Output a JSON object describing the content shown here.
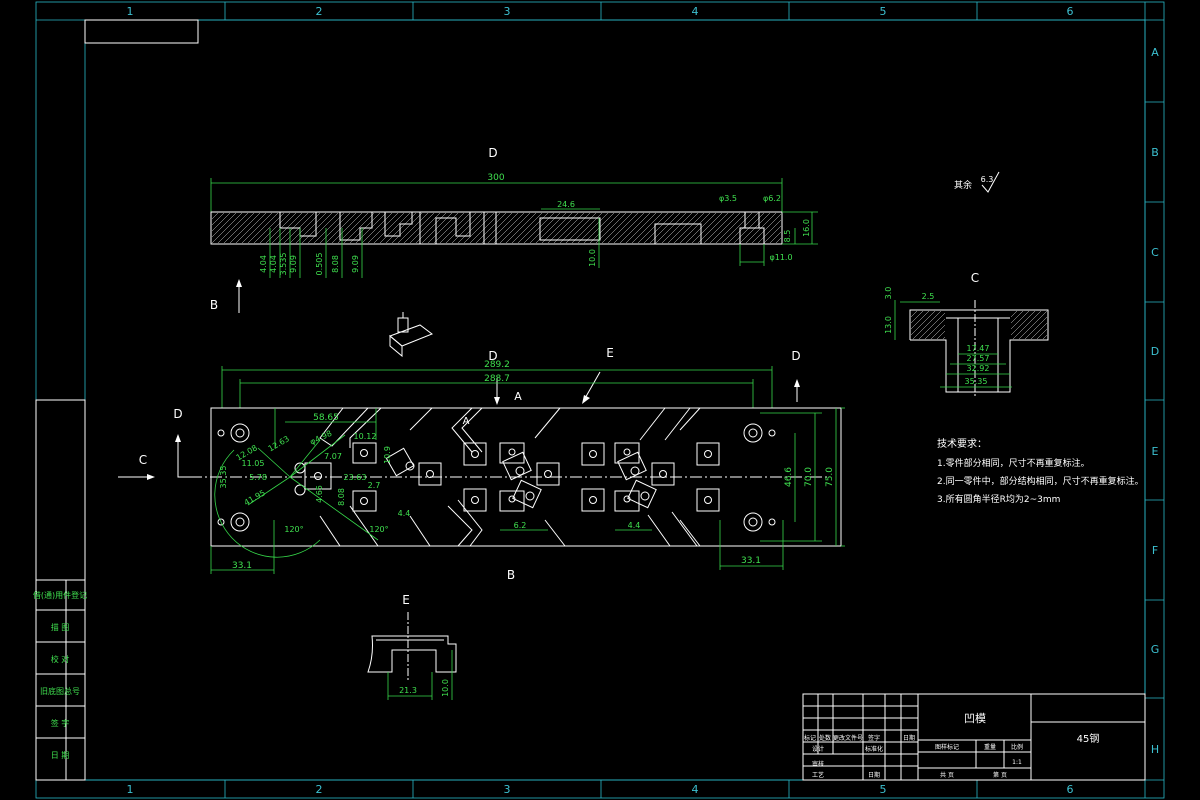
{
  "colors": {
    "background": "#000000",
    "outline": "#ffffff",
    "dimension": "#36d84a",
    "border": "#2ab8c8"
  },
  "border": {
    "columns": [
      "1",
      "2",
      "3",
      "4",
      "5",
      "6"
    ],
    "rows": [
      "A",
      "B",
      "C",
      "D",
      "E",
      "F",
      "G",
      "H"
    ]
  },
  "left_strip": [
    "借(通)用件登记",
    "描 图",
    "校 对",
    "旧底图总号",
    "签 字",
    "日 期"
  ],
  "views": {
    "front": {
      "label": "D",
      "dim_length": "300",
      "dim_24_6": "24.6",
      "dim_phi35": "φ3.5",
      "dim_phi62": "φ6.2",
      "dim_phi110": "φ11.0",
      "dim_85": "8.5",
      "dim_160": "16.0",
      "dim_100": "10.0",
      "vert_dims": [
        "4.04",
        "4.04",
        "3.535",
        "9.09",
        "0.505",
        "8.08",
        "9.09"
      ],
      "roughness_note": "其余",
      "roughness_value": "6.3"
    },
    "top": {
      "label_d1": "D",
      "label_d2": "D",
      "label_e": "E",
      "label_a": "A",
      "label_a2": "A",
      "label_b_top": "B",
      "label_b_bottom": "B",
      "label_c": "C",
      "label_d_left": "D",
      "dim_2892": "289.2",
      "dim_2887": "288.7",
      "dim_5865": "58.65",
      "dim_1012": "10.12",
      "dim_1009": "10.9",
      "dim_707": "7.07",
      "dim_2363": "23.63",
      "dim_465": "4.65",
      "dim_1263": "12.63",
      "dim_498": "φ4.98",
      "dim_1105": "11.05",
      "dim_578": "5.78",
      "dim_1208": "12.08",
      "dim_4195": "41.95",
      "dim_3535": "35.35",
      "dim_120a": "120°",
      "dim_120b": "120°",
      "dim_44a": "4.4",
      "dim_62": "6.2",
      "dim_44b": "4.4",
      "dim_331a": "33.1",
      "dim_331b": "33.1",
      "dim_466": "46.6",
      "dim_700": "70.0",
      "dim_750": "75.0",
      "dim_808": "8.08",
      "dim_27": "2.7"
    },
    "section_c": {
      "label": "C",
      "dim_30": "3.0",
      "dim_25": "2.5",
      "dim_130": "13.0",
      "dim_1747": "17.47",
      "dim_2757": "27.57",
      "dim_3292": "32.92",
      "dim_3535": "35.35"
    },
    "section_e": {
      "label": "E",
      "dim_213": "21.3",
      "dim_100": "10.0"
    },
    "small_view_b": {
      "label": "B"
    }
  },
  "tech_requirements": {
    "title": "技术要求：",
    "items": [
      "1.零件部分相同，尺寸不再重复标注。",
      "2.同一零件中，部分结构相同，尺寸不再重复标注。",
      "3.所有圆角半径R均为2~3mm"
    ]
  },
  "title_block": {
    "part_name": "凹模",
    "material": "45钢",
    "header_cells": [
      "标记",
      "处数",
      "更改文件号",
      "签字",
      "日期"
    ],
    "role_design": "设计",
    "role_standard": "标准化",
    "role_review": "审核",
    "role_process": "工艺",
    "role_date": "日期",
    "stage_mark": "图样标记",
    "weight": "重量",
    "scale": "比例",
    "scale_value": "1:1",
    "sheet": "共  页",
    "sheet_no": "第  页"
  }
}
